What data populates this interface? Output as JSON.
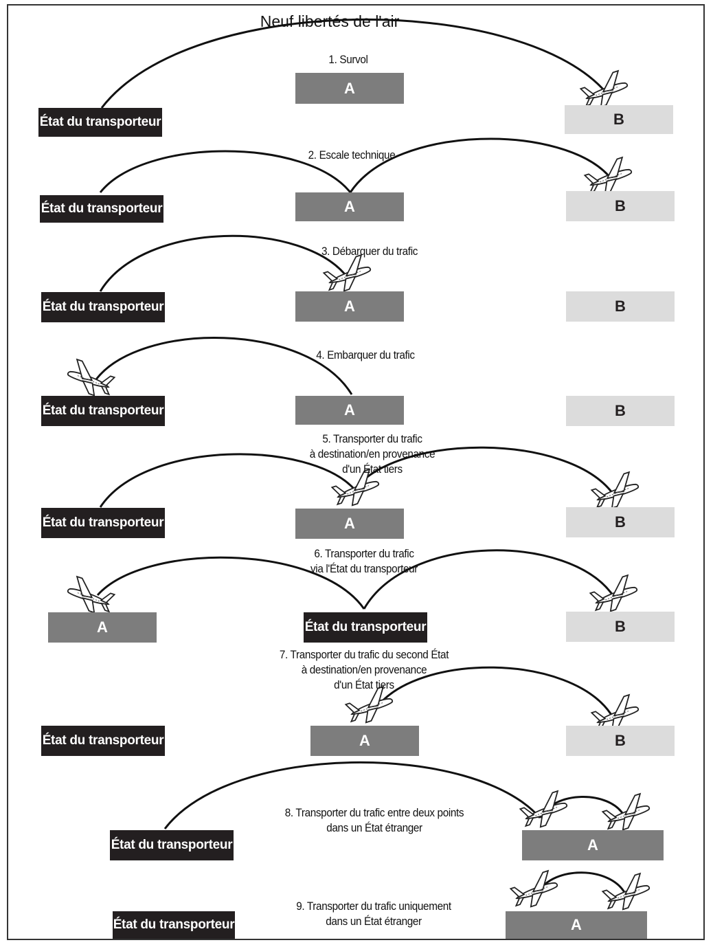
{
  "title": "Neuf libertés de l'air",
  "carrier": "État du transporteur",
  "state_a": "A",
  "state_b": "B",
  "freedoms": [
    {
      "label": "1. Survol"
    },
    {
      "label": "2. Escale technique"
    },
    {
      "label": "3. Débarquer du trafic"
    },
    {
      "label": "4. Embarquer du trafic"
    },
    {
      "label": "5. Transporter du trafic\nà destination/en provenance\nd'un État tiers"
    },
    {
      "label": "6. Transporter du trafic\nvia l'État du transporteur"
    },
    {
      "label": "7. Transporter du trafic du second État\nà destination/en provenance\nd'un État tiers"
    },
    {
      "label": "8. Transporter du trafic entre deux points\ndans un État étranger"
    },
    {
      "label": "9. Transporter du trafic uniquement\ndans un État étranger"
    }
  ],
  "colors": {
    "carrier_box": "#231f20",
    "state_a_box": "#7d7d7d",
    "state_b_box": "#dcdcdc",
    "route": "#111111"
  },
  "icons": [
    "airplane-icon"
  ]
}
